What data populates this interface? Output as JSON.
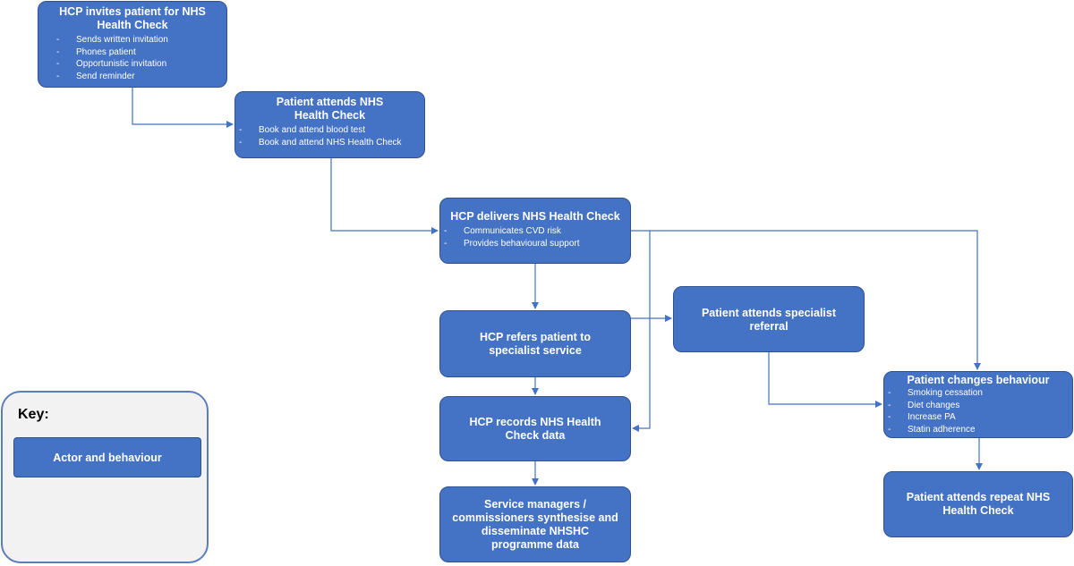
{
  "nodes": {
    "invite": {
      "title": "HCP invites patient for NHS Health Check",
      "items": [
        "Sends written invitation",
        "Phones patient",
        "Opportunistic invitation",
        "Send reminder"
      ]
    },
    "attend": {
      "title": "Patient attends NHS Health Check",
      "items": [
        "Book and attend blood test",
        "Book and attend NHS Health Check"
      ]
    },
    "deliver": {
      "title": "HCP delivers NHS Health Check",
      "items": [
        "Communicates CVD risk",
        "Provides behavioural support"
      ]
    },
    "refer": {
      "title": "HCP refers patient to specialist service"
    },
    "specialist": {
      "title": "Patient attends specialist referral"
    },
    "record": {
      "title": "HCP records NHS Health Check data"
    },
    "managers": {
      "title": "Service managers / commissioners synthesise and disseminate NHSHC programme data"
    },
    "behaviour": {
      "title": "Patient changes behaviour",
      "items": [
        "Smoking cessation",
        "Diet changes",
        "Increase PA",
        "Statin adherence"
      ]
    },
    "repeat": {
      "title": "Patient attends repeat NHS Health Check"
    }
  },
  "key": {
    "title": "Key:",
    "sample_label": "Actor and behaviour"
  },
  "colors": {
    "box_fill": "#4472c4",
    "box_border": "#2f528f",
    "connector": "#4472c4",
    "key_fill": "#f2f2f2"
  }
}
